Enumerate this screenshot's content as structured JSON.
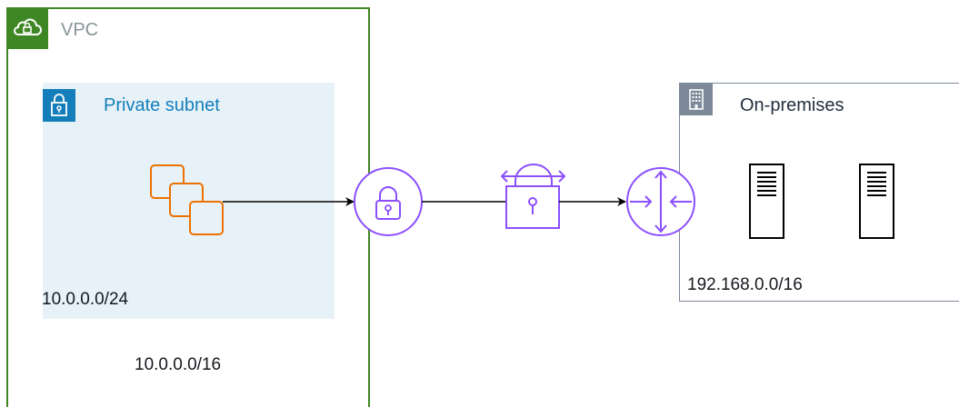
{
  "vpc": {
    "label": "VPC",
    "cidr": "10.0.0.0/16"
  },
  "subnet": {
    "label": "Private subnet",
    "cidr": "10.0.0.0/24"
  },
  "onprem": {
    "label": "On-premises",
    "cidr": "192.168.0.0/16"
  },
  "colors": {
    "vpc_border": "#3f8624",
    "subnet_fill": "#e6f2f8",
    "subnet_badge": "#147eba",
    "onprem_border": "#7d8998",
    "instances": "#ed7100",
    "network": "#8c4fff",
    "arrow": "#000000"
  },
  "icons": [
    "cloud-lock-icon",
    "lock-icon",
    "instances-icon",
    "vpn-gateway-icon",
    "vpn-connection-icon",
    "router-icon",
    "building-icon",
    "server-icon"
  ]
}
